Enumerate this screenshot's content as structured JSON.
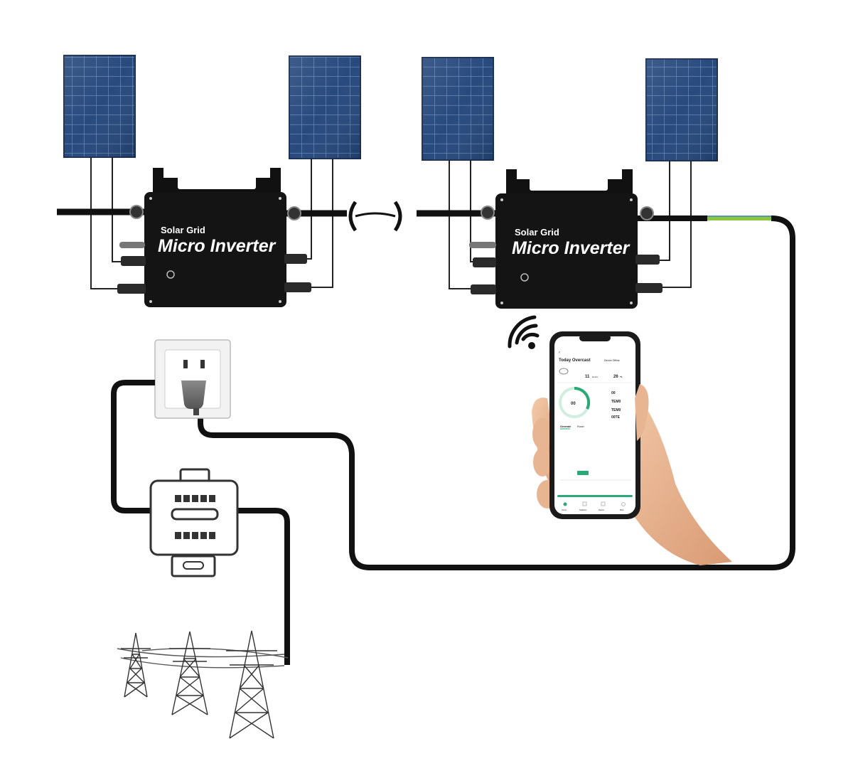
{
  "inverters": [
    {
      "brand": "Solar Grid",
      "model": "Micro Inverter"
    },
    {
      "brand": "Solar Grid",
      "model": "Micro Inverter"
    }
  ],
  "app": {
    "title": "Today  Overcast",
    "header_right": "Device Offline",
    "stats": [
      {
        "value": "11",
        "unit": "Hours"
      },
      {
        "value": "26",
        "unit": "℃"
      }
    ],
    "gauge_value": "00",
    "readouts": [
      "00",
      "TEM0",
      "TEM0",
      "00TE"
    ],
    "tabs": [
      "Generate",
      "Power"
    ],
    "nav": [
      "Home",
      "Statistics",
      "Device",
      "Mine"
    ]
  },
  "colors": {
    "panel": "#1f3d6b",
    "panel_grid": "#5d7fb0",
    "inverter": "#111111",
    "cable": "#111111",
    "ground_wire": "#8cc63f",
    "accent": "#2aa876"
  },
  "icons": [
    "wifi-icon",
    "socket-icon",
    "meter-icon",
    "pylon-icon",
    "phone-icon",
    "hand-icon"
  ]
}
